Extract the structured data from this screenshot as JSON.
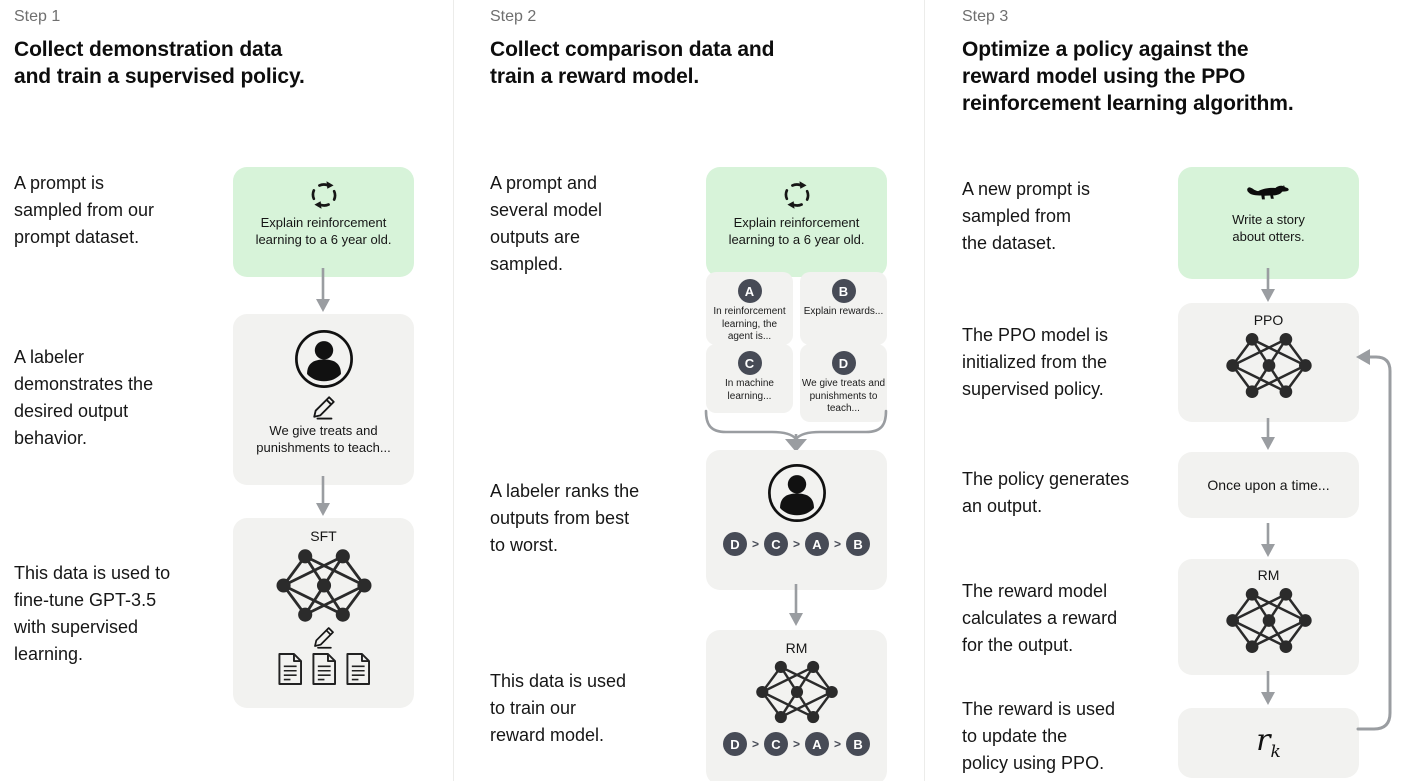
{
  "colors": {
    "prompt_box_green": "#d7f3d9",
    "model_box_gray": "#f2f2f0",
    "badge_slate": "#474b56",
    "arrow_gray": "#9a9da1",
    "step_label_gray": "#6f6f6f"
  },
  "icons": {
    "cycle": "circular-arrows-prompt-sampling",
    "person": "labeler-avatar",
    "pencil": "edit-pencil",
    "net": "neural-network",
    "docs": "documents",
    "otter": "otter-silhouette"
  },
  "step1": {
    "label": "Step 1",
    "heading": "Collect demonstration data\nand train a supervised policy.",
    "caption_prompt": "A prompt is\nsampled from our\nprompt dataset.",
    "caption_labeler": "A labeler\ndemonstrates the\ndesired output\nbehavior.",
    "caption_finetune": "This data is used to\nfine-tune GPT-3.5\nwith supervised\nlearning.",
    "prompt_box": {
      "text": "Explain reinforcement\nlearning to a 6 year old."
    },
    "labeler_box": {
      "text": "We give treats and\npunishments to teach..."
    },
    "sft_box": {
      "label": "SFT"
    }
  },
  "step2": {
    "label": "Step 2",
    "heading": "Collect comparison data and\ntrain a reward model.",
    "caption_sampled": "A prompt and\nseveral model\noutputs are\nsampled.",
    "caption_ranks": "A labeler ranks the\noutputs from best\nto worst.",
    "caption_train": "This data is used\nto train our\nreward model.",
    "prompt_box": {
      "text": "Explain reinforcement\nlearning to a 6 year old."
    },
    "outputs": [
      {
        "id": "A",
        "text": "In reinforcement\nlearning, the\nagent is..."
      },
      {
        "id": "B",
        "text": "Explain rewards..."
      },
      {
        "id": "C",
        "text": "In machine\nlearning..."
      },
      {
        "id": "D",
        "text": "We give treats and\npunishments to\nteach..."
      }
    ],
    "ranking": {
      "items": [
        "D",
        "C",
        "A",
        "B"
      ],
      "separator": ">"
    },
    "rm_box": {
      "label": "RM"
    }
  },
  "step3": {
    "label": "Step 3",
    "heading": "Optimize a policy against the\nreward model using the PPO\nreinforcement learning algorithm.",
    "caption_new_prompt": "A new prompt is\nsampled from\nthe dataset.",
    "caption_ppo_init": "The PPO model is\ninitialized from the\nsupervised policy.",
    "caption_generates": "The policy generates\nan output.",
    "caption_reward_calc": "The reward model\ncalculates a reward\nfor the output.",
    "caption_update": "The reward is used\nto update the\npolicy using PPO.",
    "prompt_box": {
      "text": "Write a story\nabout otters."
    },
    "ppo_box": {
      "label": "PPO"
    },
    "output_box": {
      "text": "Once upon a time..."
    },
    "rm_box": {
      "label": "RM"
    },
    "reward_box": {
      "base": "r",
      "subscript": "k"
    }
  }
}
